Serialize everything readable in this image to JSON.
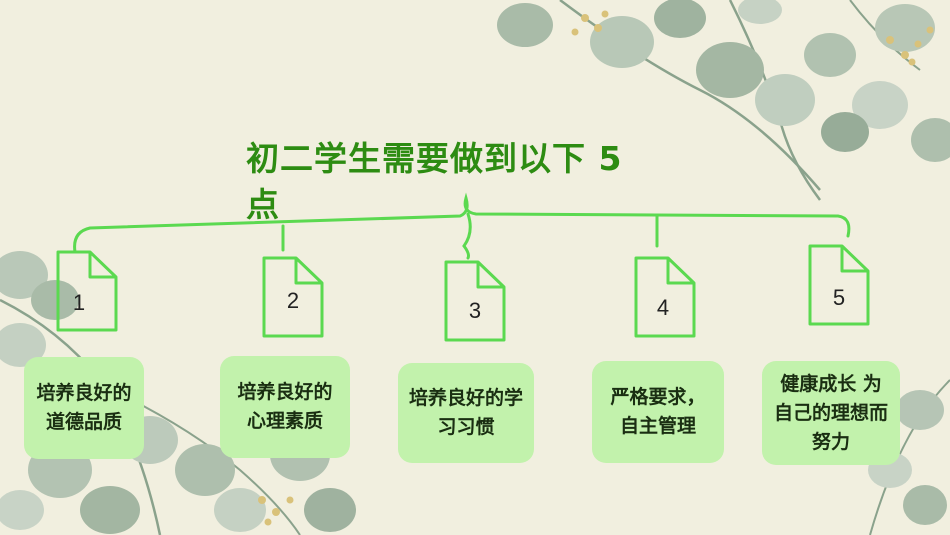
{
  "slide": {
    "title": "初二学生需要做到以下 5 点",
    "accent_color": "#5bd950",
    "card_color": "#c2f2ac",
    "title_color": "#2d8c12"
  },
  "items": [
    {
      "number": "1",
      "text": "培养良好的道德品质",
      "icon": "document-icon"
    },
    {
      "number": "2",
      "text": "培养良好的心理素质",
      "icon": "document-icon"
    },
    {
      "number": "3",
      "text": "培养良好的学习习惯",
      "icon": "document-icon"
    },
    {
      "number": "4",
      "text": "严格要求，自主管理",
      "icon": "document-icon"
    },
    {
      "number": "5",
      "text": "健康成长 为自己的理想而努力",
      "icon": "document-icon"
    }
  ]
}
